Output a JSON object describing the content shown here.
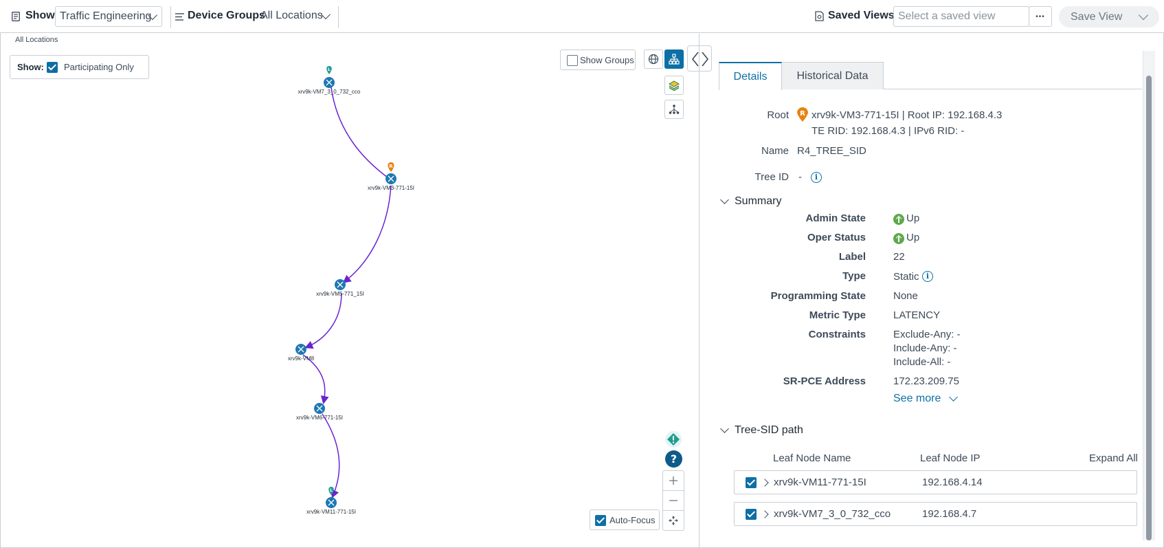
{
  "toolbar": {
    "show_label": "Show",
    "show_value": "Traffic Engineering",
    "device_groups_label": "Device Groups",
    "device_groups_value": "All Locations",
    "saved_views_label": "Saved Views",
    "saved_view_placeholder": "Select a saved view",
    "more_label": "•••",
    "save_view_label": "Save View"
  },
  "map": {
    "breadcrumb": "All Locations",
    "filter_label": "Show:",
    "filter_option": "Participating Only",
    "show_groups_label": "Show Groups",
    "auto_focus_label": "Auto-Focus",
    "nodes": [
      {
        "label": "xrv9k-VM7_3_0_732_cco",
        "badge": "L"
      },
      {
        "label": "xrv9k-VM3-771-15I",
        "badge": "R"
      },
      {
        "label": "xrv9k-VM5-771_15I",
        "badge": ""
      },
      {
        "label": "xrv9k-VM8",
        "badge": ""
      },
      {
        "label": "xrv9k-VM6-771-15I",
        "badge": ""
      },
      {
        "label": "xrv9k-VM11-771-15I",
        "badge": "L"
      }
    ],
    "colors": {
      "node": "#1d78b3",
      "link": "#6a23d1",
      "root_badge": "#e8830f",
      "leaf_badge": "#1f9e8f"
    }
  },
  "details": {
    "tabs": [
      {
        "label": "Details"
      },
      {
        "label": "Historical Data"
      }
    ],
    "root_label": "Root",
    "root_badge": "R",
    "root_line1": "xrv9k-VM3-771-15I | Root IP: 192.168.4.3",
    "root_line2": "TE RID: 192.168.4.3 | IPv6 RID: -",
    "name_label": "Name",
    "name_value": "R4_TREE_SID",
    "tree_id_label": "Tree ID",
    "tree_id_value": "-",
    "summary_title": "Summary",
    "summary": {
      "admin_state_label": "Admin State",
      "admin_state_value": "Up",
      "oper_status_label": "Oper Status",
      "oper_status_value": "Up",
      "label_label": "Label",
      "label_value": "22",
      "type_label": "Type",
      "type_value": "Static",
      "programming_state_label": "Programming State",
      "programming_state_value": "None",
      "metric_type_label": "Metric Type",
      "metric_type_value": "LATENCY",
      "constraints_label": "Constraints",
      "constraints": [
        "Exclude-Any: -",
        "Include-Any: -",
        "Include-All: -"
      ],
      "srpce_label": "SR-PCE Address",
      "srpce_value": "172.23.209.75",
      "see_more": "See more"
    },
    "tree_path_title": "Tree-SID path",
    "columns": {
      "name": "Leaf Node Name",
      "ip": "Leaf Node IP",
      "expand_all": "Expand All"
    },
    "leaf_nodes": [
      {
        "name": "xrv9k-VM11-771-15I",
        "ip": "192.168.4.14",
        "checked": true
      },
      {
        "name": "xrv9k-VM7_3_0_732_cco",
        "ip": "192.168.4.7",
        "checked": true
      }
    ]
  }
}
